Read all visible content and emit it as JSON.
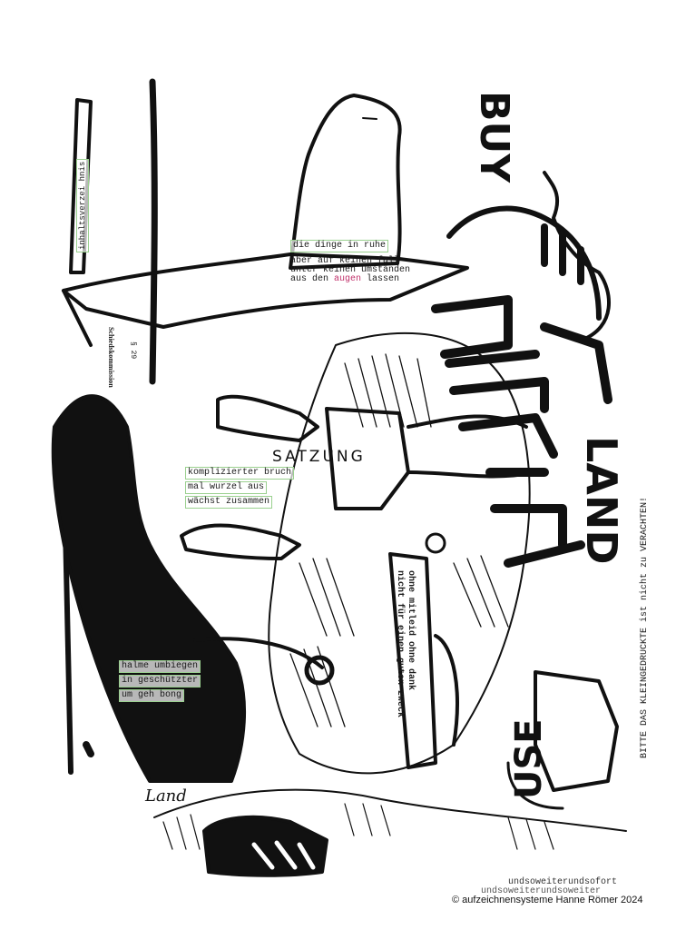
{
  "texts": {
    "inhaltsverzeichnis": "inhaltsverzei hnis",
    "schiedskommission": "Schiedskommission",
    "paragraph": "§ 29",
    "dinge_ruhe": "die dinge in ruhe",
    "aber_fall": "aber auf keinen fall",
    "unter_keinen": "unter keinen umständen",
    "aus_den_prefix": "aus den ",
    "aus_den_hl": "augen",
    "aus_den_suffix": " lassen",
    "satzung": "SATZUNG",
    "komp_1": "komplizierter bruch",
    "komp_2": "mal wurzel aus",
    "komp_3": "wächst zusammen",
    "halme_1": "halme umbiegen",
    "halme_2": "in geschützter",
    "halme_3": "um geh bong",
    "ohne_1": "ohne mitleid ohne dank",
    "ohne_2": "nicht für einen guten zweck",
    "bitte": "BITTE DAS KLEINGEDRUCKTE ist nicht zu VERACHTEN!",
    "buy": "BUY",
    "use": "USE",
    "land_small": "Land",
    "land_big": "LAND",
    "footer_line1": "undsoweiterundsofort",
    "footer_line2": "undsoweiterundsoweiter",
    "copyright": "© aufzeichnensysteme Hanne Römer 2024"
  },
  "colors": {
    "ink": "#111111",
    "highlight": "#c0306a",
    "box": "#9ad08f"
  }
}
